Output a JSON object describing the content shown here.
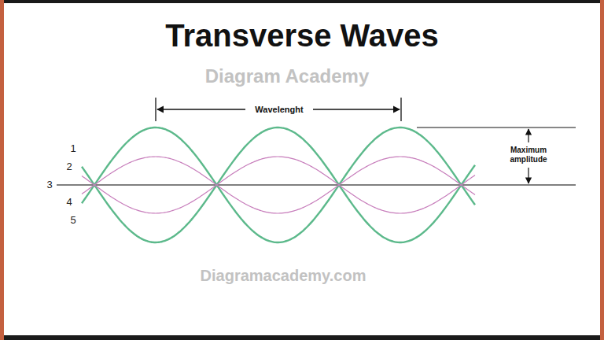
{
  "diagram": {
    "title": "Transverse Waves",
    "labels": [
      "Wavelenght",
      "Maximum amplitude",
      "1",
      "2",
      "3",
      "4",
      "5",
      "Diagram Academy",
      "Diagramacademy.com"
    ]
  }
}
